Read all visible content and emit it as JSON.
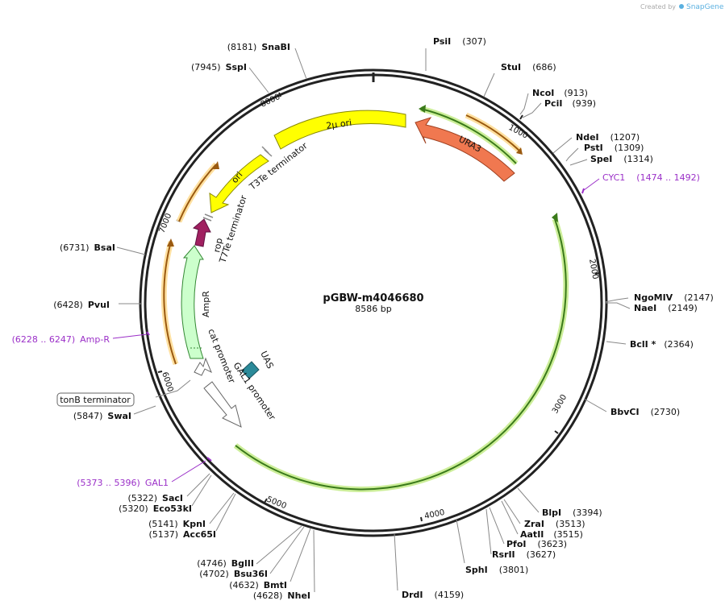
{
  "watermark": {
    "prefix": "Created by",
    "brand": "SnapGene"
  },
  "plasmid": {
    "name": "pGBW-m4046680",
    "size": "8586 bp"
  },
  "ticks": [
    "1000",
    "2000",
    "3000",
    "4000",
    "5000",
    "6000",
    "7000",
    "8000"
  ],
  "features": {
    "ura3": "URA3",
    "two_micron": "2μ ori",
    "ori": "ori",
    "t3te": "T3Te terminator",
    "t7te": "T7Te terminator",
    "rop": "rop",
    "ampr": "AmpR",
    "cat": "cat promoter",
    "uas": "UAS",
    "gal1": "GAL1 promoter"
  },
  "sites": {
    "psii": {
      "name": "PsiI",
      "pos": "(307)"
    },
    "stui": {
      "name": "StuI",
      "pos": "(686)"
    },
    "ncoi": {
      "name": "NcoI",
      "pos": "(913)"
    },
    "pcii": {
      "name": "PciI",
      "pos": "(939)"
    },
    "ndei": {
      "name": "NdeI",
      "pos": "(1207)"
    },
    "psti": {
      "name": "PstI",
      "pos": "(1309)"
    },
    "spei": {
      "name": "SpeI",
      "pos": "(1314)"
    },
    "ngomiv": {
      "name": "NgoMIV",
      "pos": "(2147)"
    },
    "naei": {
      "name": "NaeI",
      "pos": "(2149)"
    },
    "bcli": {
      "name": "BclI *",
      "pos": "(2364)"
    },
    "bbvci": {
      "name": "BbvCI",
      "pos": "(2730)"
    },
    "blpi": {
      "name": "BlpI",
      "pos": "(3394)"
    },
    "zrai": {
      "name": "ZraI",
      "pos": "(3513)"
    },
    "aatii": {
      "name": "AatII",
      "pos": "(3515)"
    },
    "pfoi": {
      "name": "PfoI",
      "pos": "(3623)"
    },
    "rsrii": {
      "name": "RsrII",
      "pos": "(3627)"
    },
    "sphi": {
      "name": "SphI",
      "pos": "(3801)"
    },
    "drdi": {
      "name": "DrdI",
      "pos": "(4159)"
    },
    "nhei": {
      "name": "NheI",
      "pos": "(4628)"
    },
    "bmti": {
      "name": "BmtI",
      "pos": "(4632)"
    },
    "bsu36i": {
      "name": "Bsu36I",
      "pos": "(4702)"
    },
    "bglii": {
      "name": "BglII",
      "pos": "(4746)"
    },
    "acc65i": {
      "name": "Acc65I",
      "pos": "(5137)"
    },
    "kpni": {
      "name": "KpnI",
      "pos": "(5141)"
    },
    "eco53ki": {
      "name": "Eco53kI",
      "pos": "(5320)"
    },
    "saci": {
      "name": "SacI",
      "pos": "(5322)"
    },
    "swai": {
      "name": "SwaI",
      "pos": "(5847)"
    },
    "pvui": {
      "name": "PvuI",
      "pos": "(6428)"
    },
    "bsai": {
      "name": "BsaI",
      "pos": "(6731)"
    },
    "sspi": {
      "name": "SspI",
      "pos": "(7945)"
    },
    "snabi": {
      "name": "SnaBI",
      "pos": "(8181)"
    }
  },
  "primers": {
    "cyc1": {
      "name": "CYC1",
      "range": "(1474 .. 1492)"
    },
    "ampr": {
      "name": "Amp-R",
      "range": "(6228 .. 6247)"
    },
    "gal1": {
      "name": "GAL1",
      "range": "(5373 .. 5396)"
    }
  },
  "callout": "tonB terminator",
  "colors": {
    "backbone": "#222222",
    "two_micron": "#ffff00",
    "ura3": "#f07850",
    "rop": "#a02060",
    "ampr": "#ccffcc",
    "uas": "#2b8a99",
    "orf": "#5aa02c",
    "orf_orange": "#e8a030",
    "primer": "#9b30c8"
  }
}
